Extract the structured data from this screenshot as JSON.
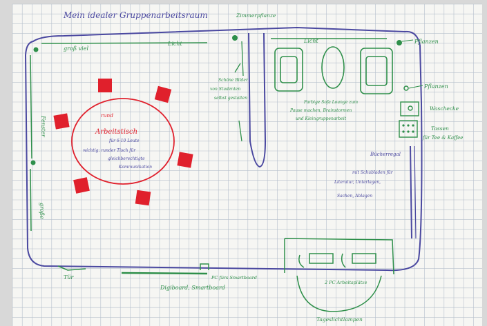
{
  "title": "Mein idealer Gruppenarbeitsraum",
  "labels": {
    "zimmerpflanze": "Zimmerpflanze",
    "gross_viel": "groß viel",
    "licht_left": "Licht",
    "licht_right": "Licht",
    "pflanzen_top": "Pflanzen",
    "pflanzen_mid": "Pflanzen",
    "fenster": "Fenster",
    "grosse": "große",
    "tuer": "Tür",
    "bilder_1": "Schöne Bilder",
    "bilder_2": "von Studenten",
    "bilder_3": "selbst gestalten",
    "sofa_1": "Farbige Sofa Lounge zum",
    "sofa_2": "Pause machen, Brainstormen",
    "sofa_3": "und Kleingruppenarbeit",
    "waschecke": "Waschecke",
    "tassen_1": "Tassen",
    "tassen_2": "für Tee & Kaffee",
    "rund_1": "rund",
    "rund_2": "Arbeitstisch",
    "rund_3": "für 6-10 Leute",
    "rund_4": "wichtig: runder Tisch für",
    "rund_5": "gleichberechtigte",
    "rund_6": "Kommunikation",
    "regal_1": "Bücherregal",
    "regal_2": "mit Schubladen für",
    "regal_3": "Literatur, Unterlagen,",
    "regal_4": "Sachen, Ablagen",
    "digiboard": "Digiboard, Smartboard",
    "pc_smartboard": "PC fürs Smartboard",
    "pc_arbeitsplatz": "2 PC Arbeitsplätze",
    "tageslicht": "Tageslichtlampen"
  },
  "colors": {
    "room": "#4a48a0",
    "green": "#2e8f4a",
    "red": "#e0202c",
    "paper": "#f6f6f3",
    "grid": "#b6c0cc"
  }
}
